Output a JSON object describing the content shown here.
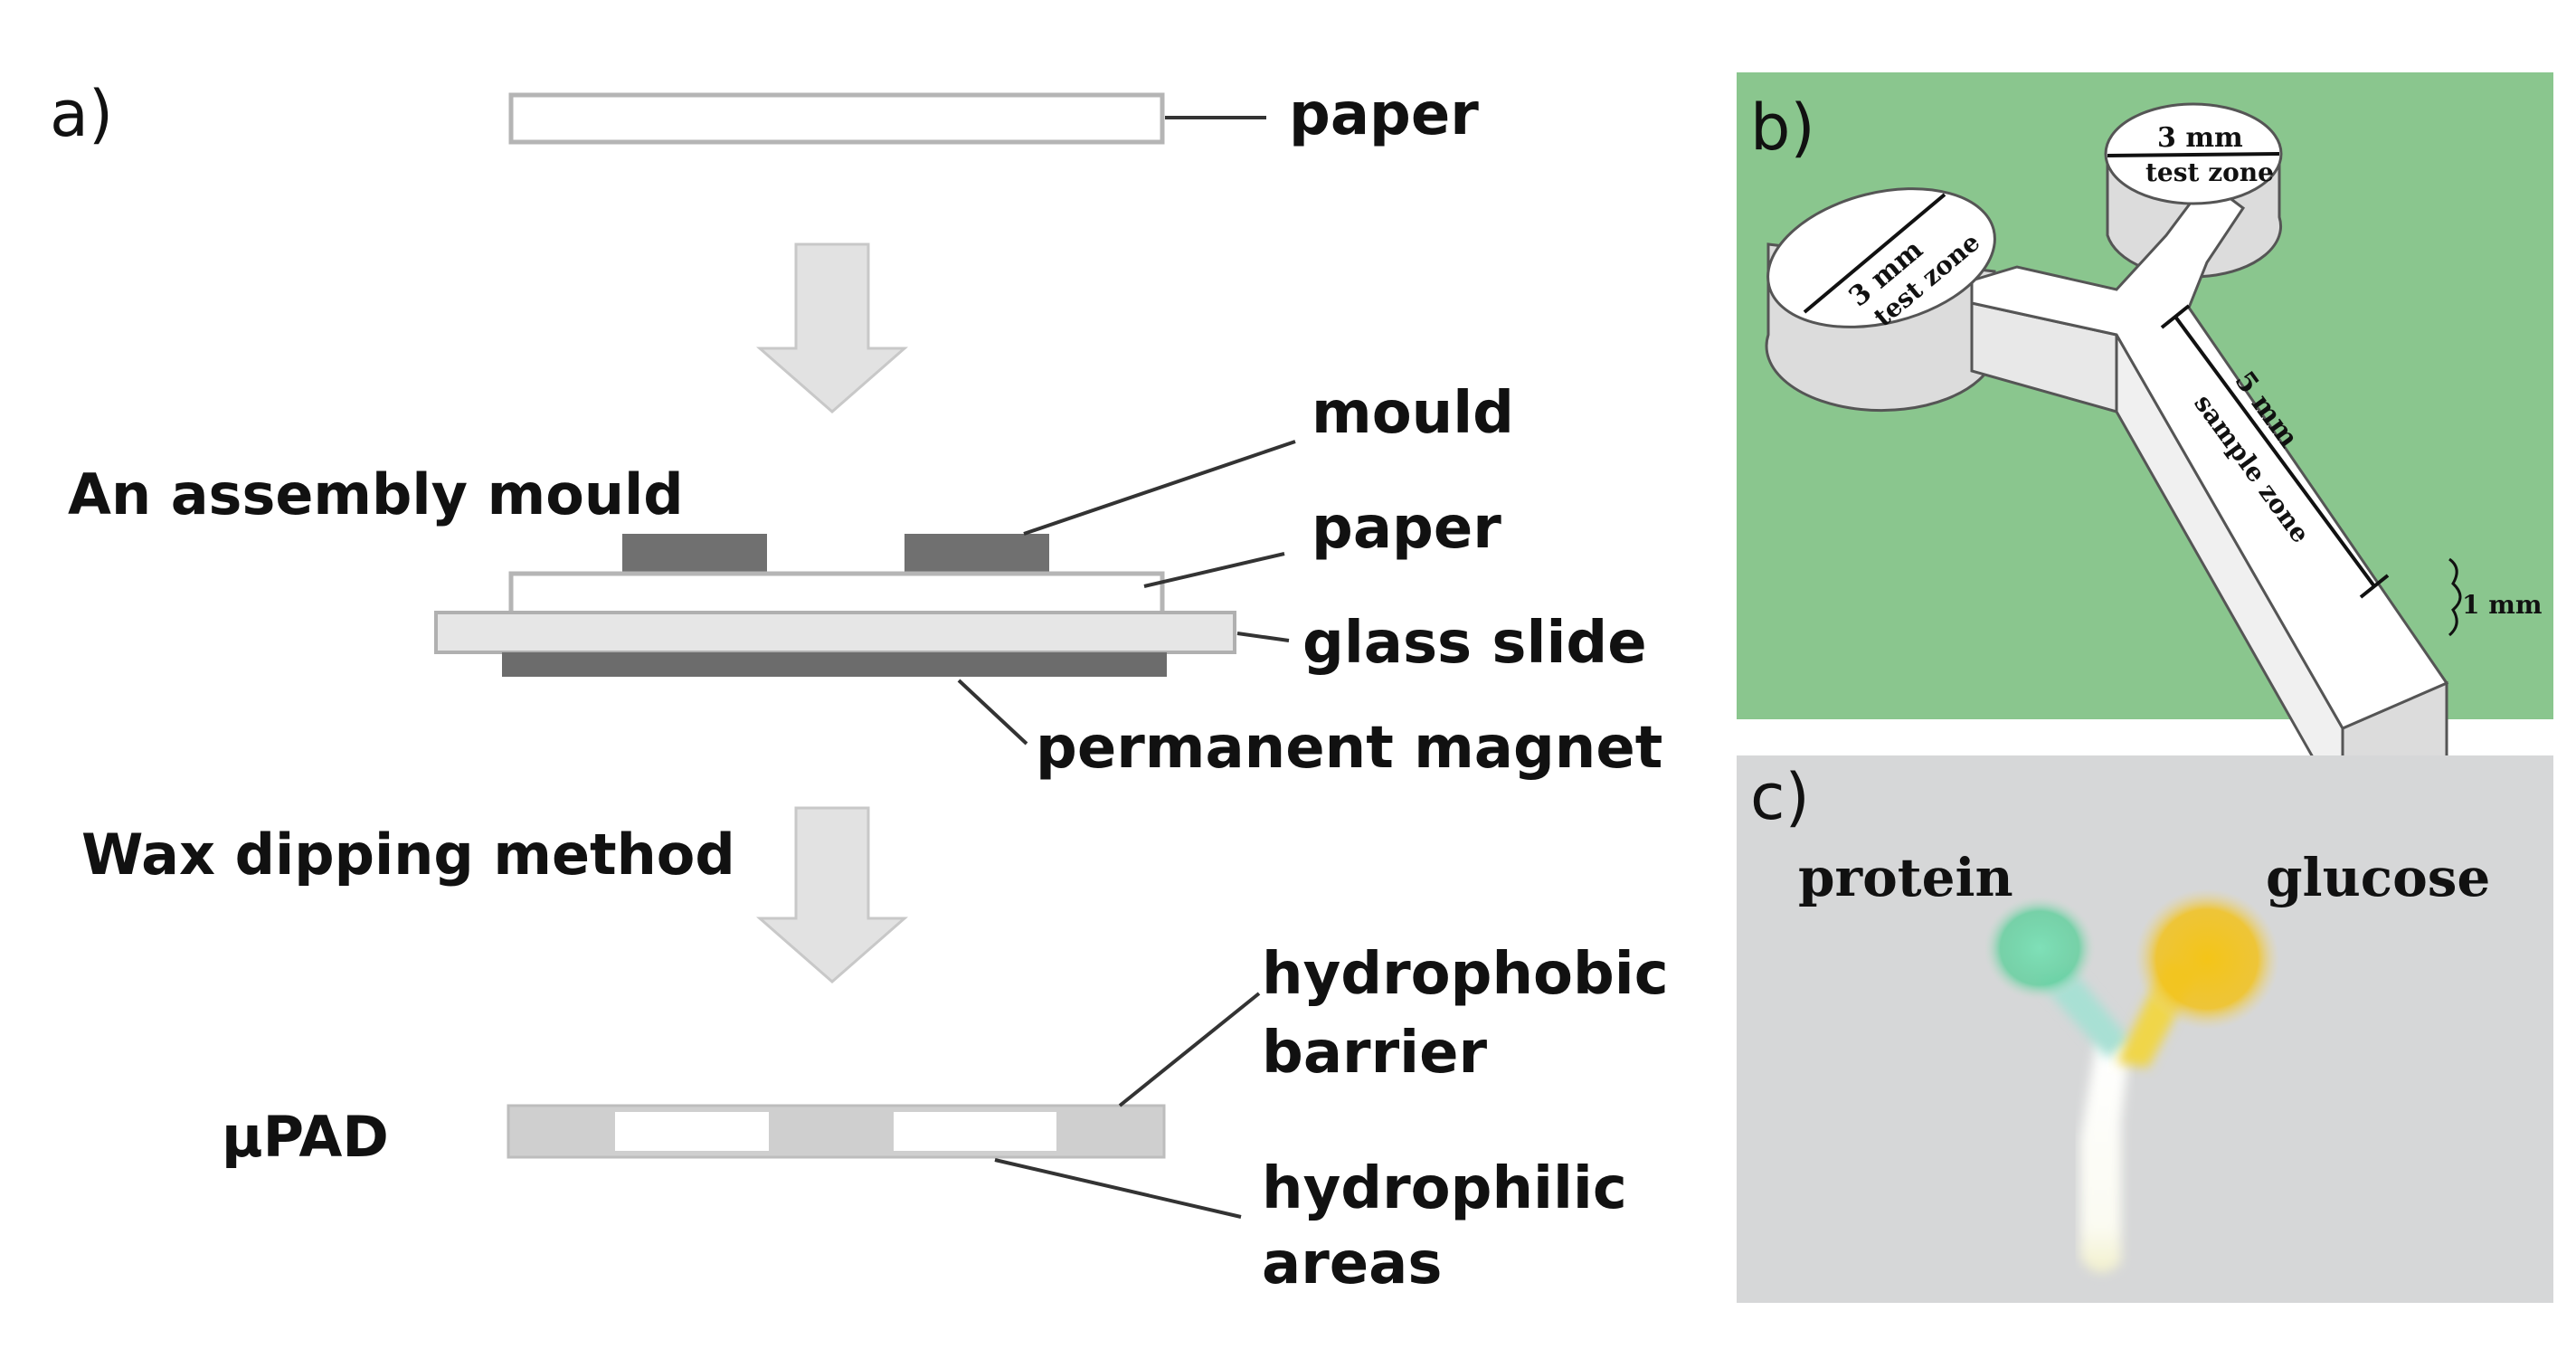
{
  "panel_a": {
    "letter": "a)",
    "paper_label": "paper",
    "assembly_heading": "An assembly mould",
    "mould_label": "mould",
    "paper_label_2": "paper",
    "glass_label": "glass slide",
    "magnet_label": "permanent magnet",
    "wax_heading": "Wax dipping method",
    "upad_label": "μPAD",
    "hydrophobic_line1": "hydrophobic",
    "hydrophobic_line2": "barrier",
    "hydrophilic_line1": "hydrophilic",
    "hydrophilic_line2": "areas"
  },
  "panel_b": {
    "letter": "b)",
    "left_zone_size": "3 mm",
    "left_zone_name": "test zone",
    "right_zone_size": "3 mm",
    "right_zone_name": "test zone",
    "sample_size": "5 mm",
    "sample_name": "sample zone",
    "thickness": "1 mm",
    "background_color": "#8ac68e"
  },
  "panel_c": {
    "letter": "c)",
    "protein_label": "protein",
    "glucose_label": "glucose",
    "protein_color": "#5fcf9c",
    "glucose_color": "#f2c21c"
  }
}
